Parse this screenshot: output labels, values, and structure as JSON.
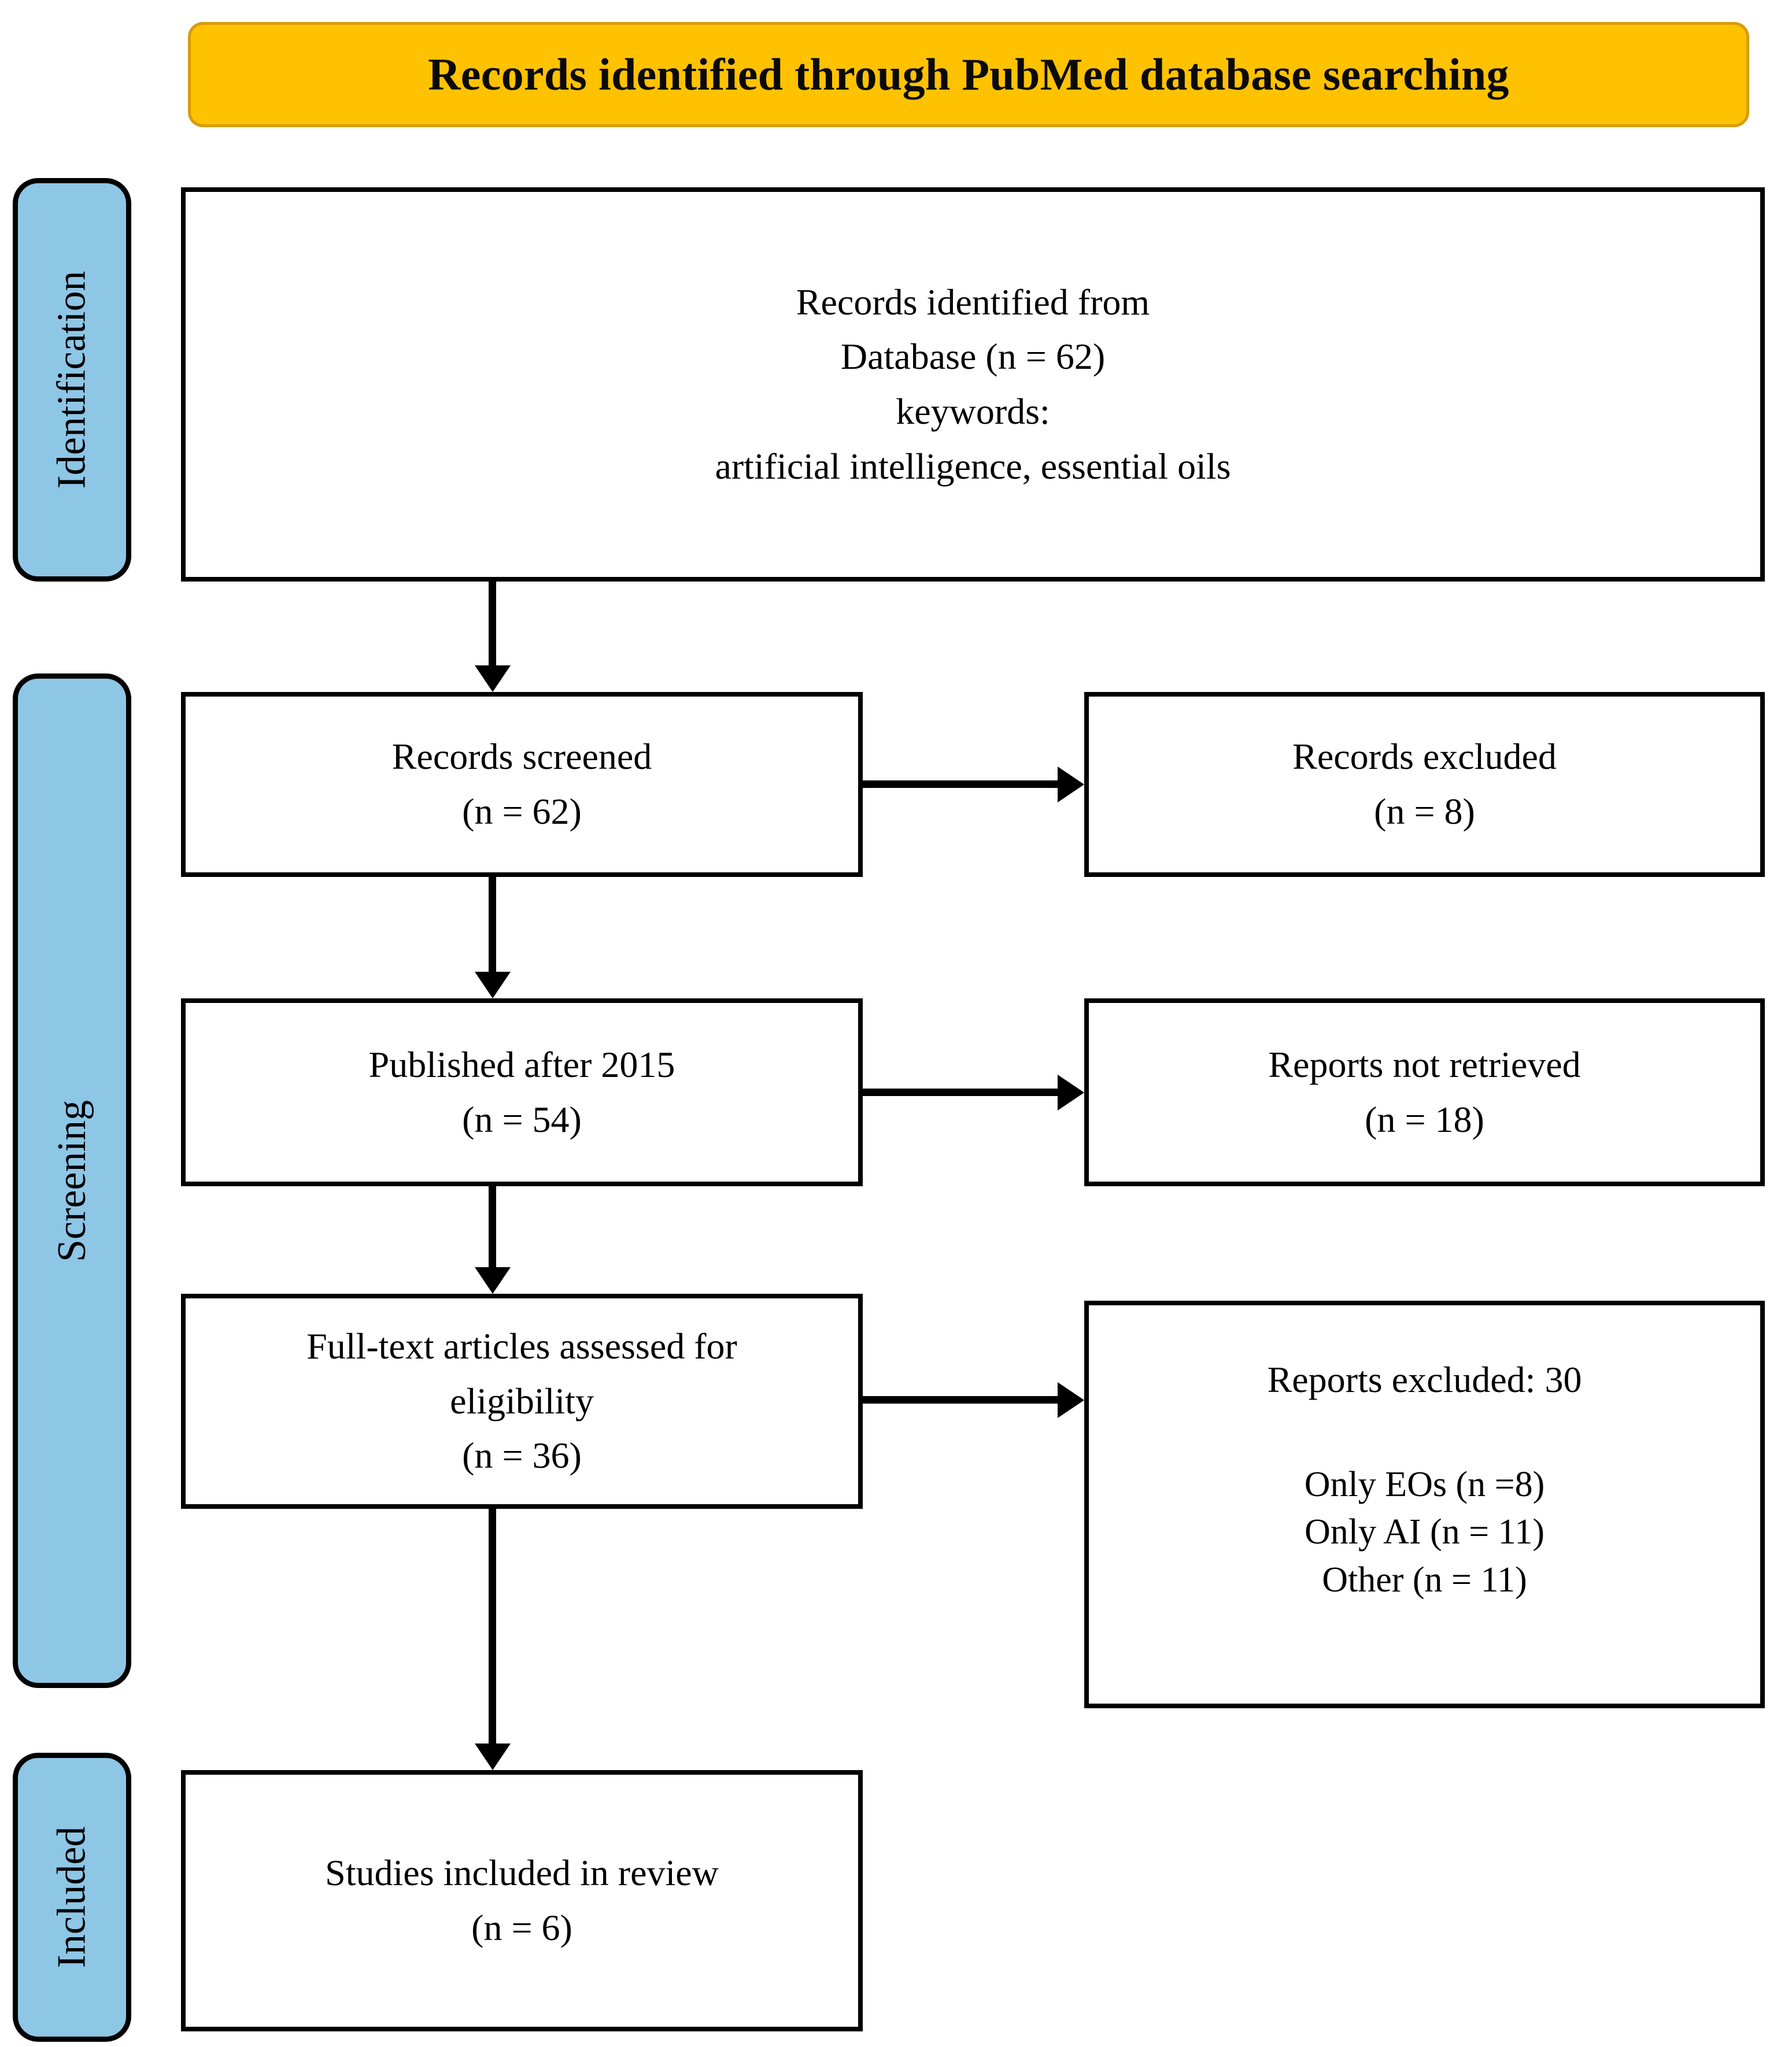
{
  "colors": {
    "banner_bg": "#FFC200",
    "banner_border": "#D79B0B",
    "stage_bg": "#8EC6E6",
    "box_border": "#000000",
    "text": "#000000"
  },
  "banner": {
    "title": "Records identified through PubMed database searching"
  },
  "stages": [
    {
      "id": "identification",
      "label": "Identification"
    },
    {
      "id": "screening",
      "label": "Screening"
    },
    {
      "id": "included",
      "label": "Included"
    }
  ],
  "boxes": {
    "identification": {
      "lines": [
        "Records identified from",
        "Database (n = 62)",
        "keywords:",
        "artificial intelligence, essential oils"
      ]
    },
    "records_screened": {
      "lines": [
        "Records screened",
        "(n = 62)"
      ]
    },
    "records_excluded": {
      "lines": [
        "Records excluded",
        "(n = 8)"
      ]
    },
    "published_after": {
      "lines": [
        "Published after 2015",
        "(n = 54)"
      ]
    },
    "reports_not_retrieved": {
      "lines": [
        "Reports not retrieved",
        "(n = 18)"
      ]
    },
    "full_text_assessed": {
      "lines": [
        "Full-text articles assessed for",
        "eligibility",
        "(n = 36)"
      ]
    },
    "reports_excluded": {
      "heading": "Reports excluded: 30",
      "reasons": [
        "Only EOs (n =8)",
        "Only AI (n = 11)",
        "Other (n = 11)"
      ]
    },
    "studies_included": {
      "lines": [
        "Studies included in review",
        "(n = 6)"
      ]
    }
  },
  "chart_data": {
    "type": "table",
    "title": "Records identified through PubMed database searching",
    "xlabel": "",
    "ylabel": "",
    "categories": [
      "Records identified from Database",
      "Records screened",
      "Records excluded",
      "Published after 2015",
      "Reports not retrieved",
      "Full-text articles assessed for eligibility",
      "Reports excluded",
      "Only EOs",
      "Only AI",
      "Other",
      "Studies included in review"
    ],
    "values": [
      62,
      62,
      8,
      54,
      18,
      36,
      30,
      8,
      11,
      11,
      6
    ],
    "stages": [
      "Identification",
      "Screening",
      "Included"
    ],
    "keywords": [
      "artificial intelligence",
      "essential oils"
    ]
  }
}
